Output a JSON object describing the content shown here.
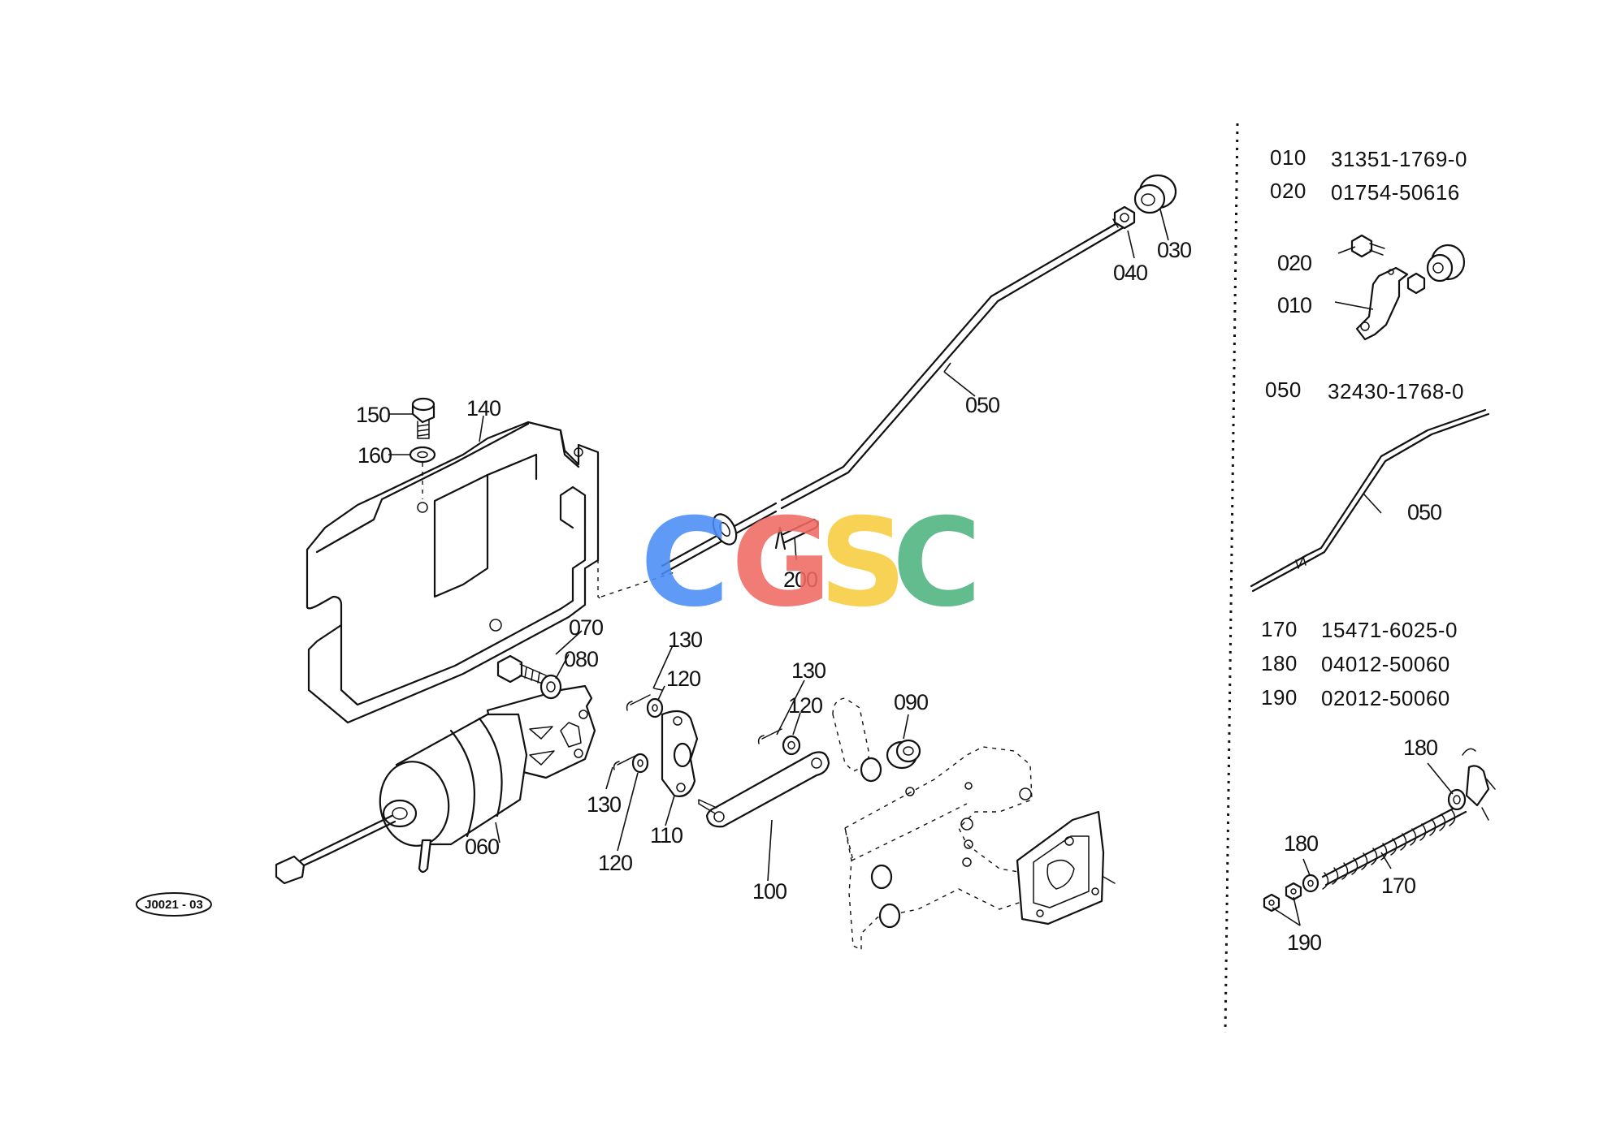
{
  "diagram_code": "J0021 - 03",
  "callouts": {
    "c010": "010",
    "c020": "020",
    "c030": "030",
    "c040": "040",
    "c050a": "050",
    "c050b": "050",
    "c060": "060",
    "c070": "070",
    "c080": "080",
    "c090": "090",
    "c100": "100",
    "c110": "110",
    "c120a": "120",
    "c120b": "120",
    "c120c": "120",
    "c130a": "130",
    "c130b": "130",
    "c130c": "130",
    "c140": "140",
    "c150": "150",
    "c160": "160",
    "c170": "170",
    "c180a": "180",
    "c180b": "180",
    "c190": "190",
    "c200": "200"
  },
  "parts_legend": [
    {
      "ref": "010",
      "part_no": "31351-1769-0"
    },
    {
      "ref": "020",
      "part_no": "01754-50616"
    },
    {
      "ref": "050",
      "part_no": "32430-1768-0"
    },
    {
      "ref": "170",
      "part_no": "15471-6025-0"
    },
    {
      "ref": "180",
      "part_no": "04012-50060"
    },
    {
      "ref": "190",
      "part_no": "02012-50060"
    }
  ],
  "watermark": {
    "letters": [
      "C",
      "G",
      "S",
      "C"
    ],
    "colors": [
      "#4a8df5",
      "#ef6b62",
      "#f8cc3e",
      "#4db37e"
    ]
  },
  "colors": {
    "line": "#111111",
    "background": "#ffffff"
  }
}
